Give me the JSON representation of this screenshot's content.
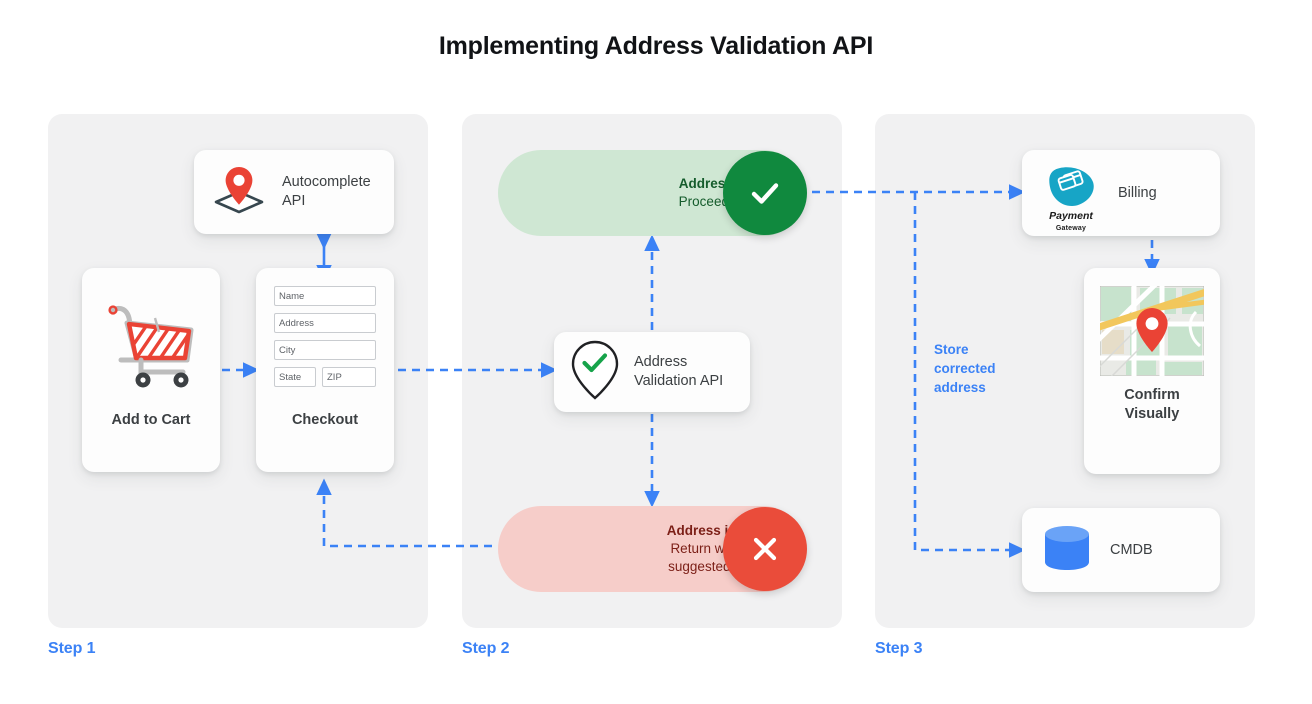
{
  "title": "Implementing Address Validation API",
  "accent_blue": "#3b82f6",
  "panel_bg": "#f1f1f2",
  "steps": [
    {
      "label": "Step 1"
    },
    {
      "label": "Step 2"
    },
    {
      "label": "Step 3"
    }
  ],
  "step1": {
    "autocomplete_card": {
      "icon": "map-pin-diamond-icon",
      "label_line1": "Autocomplete",
      "label_line2": "API"
    },
    "cart_card": {
      "icon": "shopping-cart-icon",
      "caption": "Add to Cart"
    },
    "checkout_card": {
      "caption": "Checkout",
      "fields": [
        {
          "name": "name-field",
          "placeholder": "Name"
        },
        {
          "name": "address-field",
          "placeholder": "Address"
        },
        {
          "name": "city-field",
          "placeholder": "City"
        },
        {
          "name": "state-field",
          "placeholder": "State"
        },
        {
          "name": "zip-field",
          "placeholder": "ZIP"
        }
      ]
    }
  },
  "step2": {
    "valid_pill": {
      "headline": "Address is valid.",
      "detail": "Proceed to billing.",
      "badge_icon": "check-icon",
      "badge_color": "#10893e",
      "pill_color": "#cfe7d3"
    },
    "invalid_pill": {
      "headline": "Address is invalid.",
      "detail_line1": "Return with Google",
      "detail_line2": "suggested address.",
      "badge_icon": "close-icon",
      "badge_color": "#ea4c3a",
      "pill_color": "#f6cdc9"
    },
    "validation_card": {
      "icon": "pin-check-icon",
      "label_line1": "Address",
      "label_line2": "Validation API"
    }
  },
  "step3": {
    "billing_card": {
      "icon": "payment-gateway-logo",
      "logo_name": "Payment",
      "logo_sub": "Gateway",
      "label": "Billing"
    },
    "confirm_card": {
      "icon": "map-thumbnail-icon",
      "caption_line1": "Confirm",
      "caption_line2": "Visually"
    },
    "cmdb_card": {
      "icon": "database-cylinder-icon",
      "label": "CMDB"
    },
    "store_note": {
      "line1": "Store",
      "line2": "corrected",
      "line3": "address"
    }
  }
}
